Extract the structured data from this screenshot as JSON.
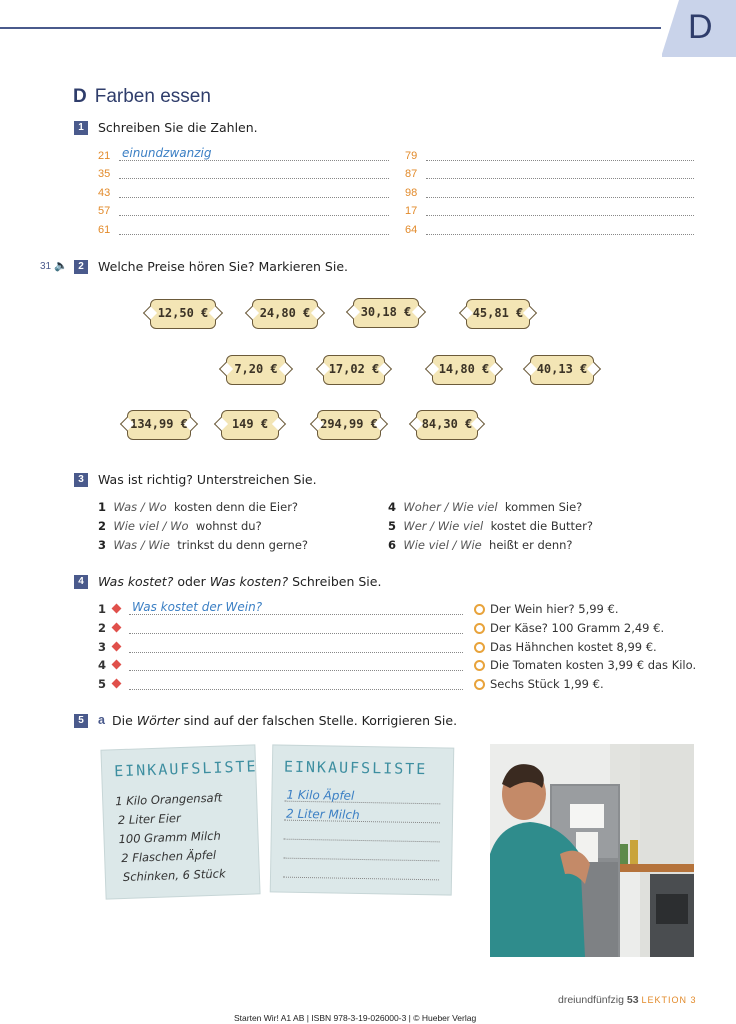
{
  "header": {
    "corner_letter": "D"
  },
  "section": {
    "letter": "D",
    "title": "Farben essen"
  },
  "ex1": {
    "number": "1",
    "instruction": "Schreiben Sie die Zahlen.",
    "left": [
      {
        "num": "21",
        "answer": "einundzwanzig"
      },
      {
        "num": "35",
        "answer": ""
      },
      {
        "num": "43",
        "answer": ""
      },
      {
        "num": "57",
        "answer": ""
      },
      {
        "num": "61",
        "answer": ""
      }
    ],
    "right": [
      {
        "num": "79"
      },
      {
        "num": "87"
      },
      {
        "num": "98"
      },
      {
        "num": "17"
      },
      {
        "num": "64"
      }
    ]
  },
  "ex2": {
    "audio_track": "31",
    "number": "2",
    "instruction": "Welche Preise hören Sie? Markieren Sie.",
    "prices": [
      "12,50 €",
      "24,80 €",
      "30,18 €",
      "45,81 €",
      "7,20 €",
      "17,02 €",
      "14,80 €",
      "40,13 €",
      "134,99 €",
      "149 €",
      "294,99 €",
      "84,30 €"
    ]
  },
  "ex3": {
    "number": "3",
    "instruction": "Was ist richtig? Unterstreichen Sie.",
    "items": [
      {
        "n": "1",
        "options": "Was / Wo",
        "rest": "kosten denn die Eier?"
      },
      {
        "n": "2",
        "options": "Wie viel / Wo",
        "rest": "wohnst du?"
      },
      {
        "n": "3",
        "options": "Was / Wie",
        "rest": "trinkst du denn gerne?"
      },
      {
        "n": "4",
        "options": "Woher / Wie viel",
        "rest": "kommen Sie?"
      },
      {
        "n": "5",
        "options": "Wer / Wie viel",
        "rest": "kostet die Butter?"
      },
      {
        "n": "6",
        "options": "Wie viel / Wie",
        "rest": "heißt er denn?"
      }
    ]
  },
  "ex4": {
    "number": "4",
    "instruction_a": "Was kostet?",
    "instruction_mid": " oder ",
    "instruction_b": "Was kosten?",
    "instruction_end": " Schreiben Sie.",
    "questions": [
      {
        "n": "1",
        "answer": "Was kostet der Wein?"
      },
      {
        "n": "2",
        "answer": ""
      },
      {
        "n": "3",
        "answer": ""
      },
      {
        "n": "4",
        "answer": ""
      },
      {
        "n": "5",
        "answer": ""
      }
    ],
    "replies": [
      "Der Wein hier? 5,99 €.",
      "Der Käse? 100 Gramm 2,49 €.",
      "Das Hähnchen kostet 8,99 €.",
      "Die Tomaten kosten 3,99 € das Kilo.",
      "Sechs Stück 1,99 €."
    ]
  },
  "ex5": {
    "number": "5",
    "sub": "a",
    "instruction_pre": "Die ",
    "instruction_em": "Wörter",
    "instruction_post": " sind auf der falschen Stelle. Korrigieren Sie.",
    "list1": {
      "title": "EINKAUFSLISTE",
      "lines": [
        "1 Kilo Orangensaft",
        "2 Liter Eier",
        "100 Gramm Milch",
        "2 Flaschen Äpfel",
        "Schinken, 6 Stück"
      ]
    },
    "list2": {
      "title": "EINKAUFSLISTE",
      "lines": [
        "1 Kilo Äpfel",
        "2 Liter Milch",
        "",
        "",
        ""
      ]
    }
  },
  "footer": {
    "page_word": "dreiundfünfzig",
    "page_num": "53",
    "lesson": "LEKTION 3",
    "isbn": "Starten Wir! A1 AB | ISBN 978-3-19-026000-3 | © Hueber Verlag"
  }
}
